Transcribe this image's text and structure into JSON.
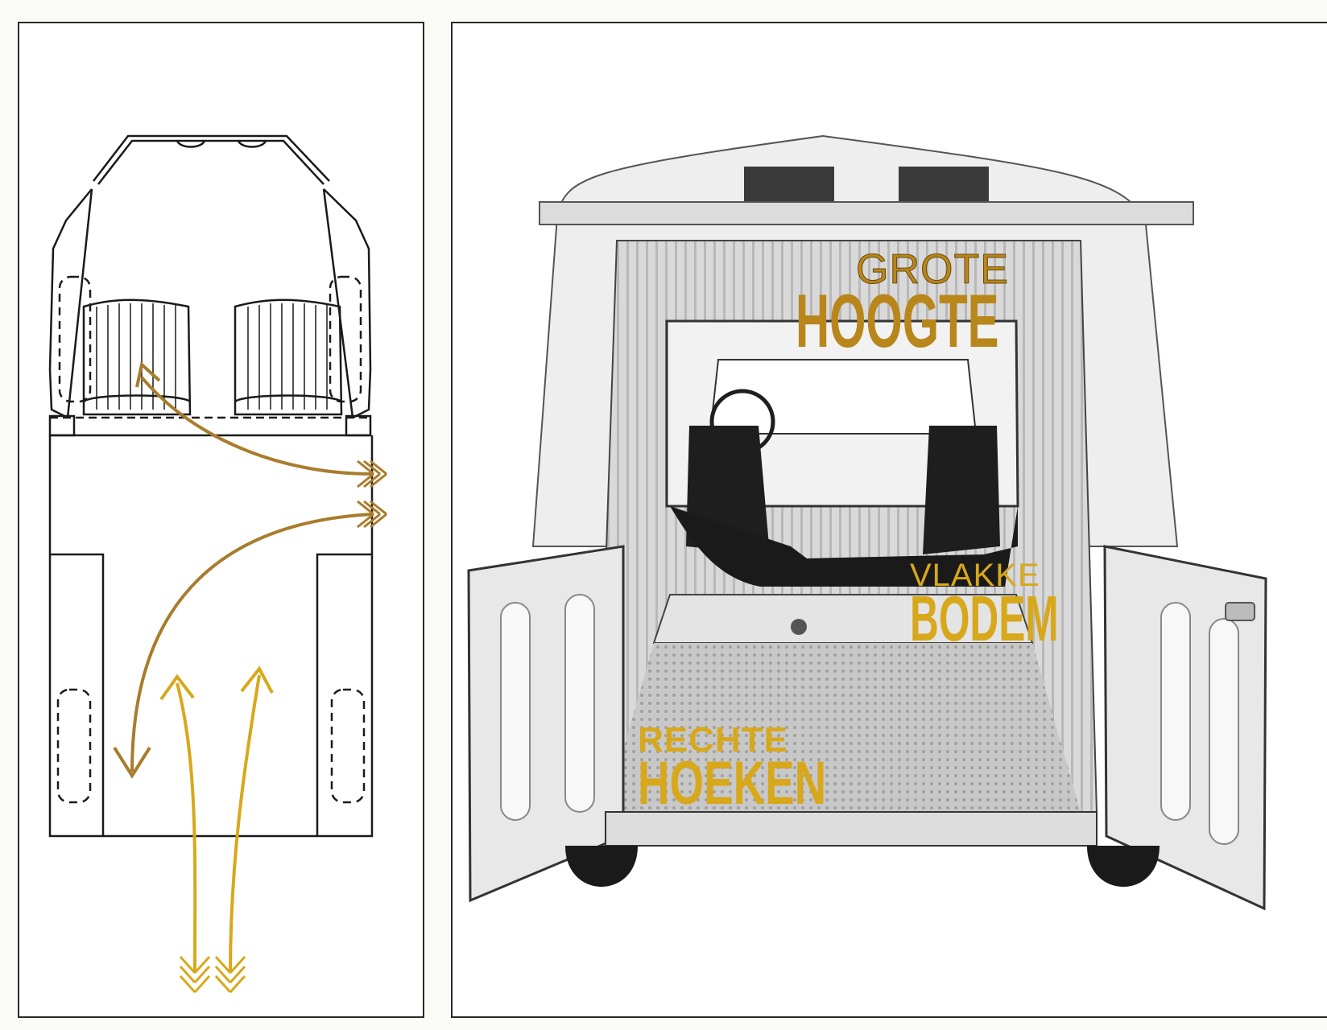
{
  "labels": {
    "grote_hoogte": {
      "line1": "GROTE",
      "line2": "HOOGTE"
    },
    "vlakke_bodem": {
      "line1": "VLAKKE",
      "line2": "BODEM"
    },
    "rechte_hoeken": {
      "line1": "RECHTE",
      "line2": "HOEKEN"
    }
  },
  "colors": {
    "arrow_bronze": "#a87c2c",
    "arrow_gold": "#d8a81c",
    "label_gold": "#d8a81c",
    "label_bronze": "#b8861a",
    "line": "#1a1a1a"
  },
  "illustrations": {
    "left": "van-floor-plan-diagram",
    "right": "van-rear-interior-photo"
  }
}
